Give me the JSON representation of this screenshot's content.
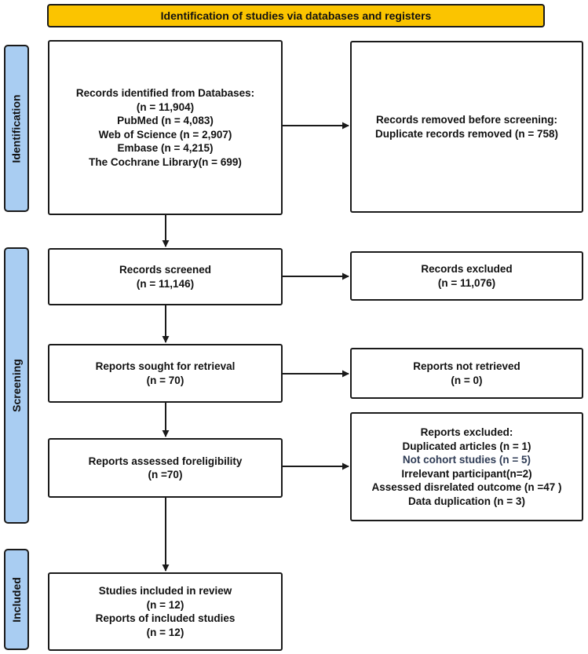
{
  "header": {
    "title": "Identification of studies via databases and registers"
  },
  "phases": {
    "identification": "Identification",
    "screening": "Screening",
    "included": "Included"
  },
  "boxes": {
    "identified": {
      "lines": [
        "Records identified from Databases:",
        "(n = 11,904)",
        "PubMed (n = 4,083)",
        "Web of Science (n = 2,907)",
        "Embase (n = 4,215)",
        "The Cochrane Library(n = 699)"
      ]
    },
    "removed": {
      "lines": [
        "Records removed before screening:",
        "Duplicate records removed (n = 758)"
      ]
    },
    "screened": {
      "lines": [
        "Records screened",
        "(n = 11,146)"
      ]
    },
    "excluded": {
      "lines": [
        "Records excluded",
        "(n = 11,076)"
      ]
    },
    "sought": {
      "lines": [
        "Reports sought for retrieval",
        "(n = 70)"
      ]
    },
    "not_retrieved": {
      "lines": [
        "Reports not retrieved",
        "(n = 0)"
      ]
    },
    "assessed": {
      "lines": [
        "Reports assessed foreligibility",
        "(n =70)"
      ]
    },
    "reports_excluded": {
      "lines": [
        "Reports excluded:",
        "Duplicated articles (n = 1)",
        "Not cohort studies (n = 5)",
        "Irrelevant participant(n=2)",
        "Assessed disrelated outcome (n =47 )",
        "Data duplication (n = 3)"
      ]
    },
    "included": {
      "lines": [
        "Studies included in review",
        "(n = 12)",
        "Reports of included studies",
        "(n = 12)"
      ]
    }
  }
}
